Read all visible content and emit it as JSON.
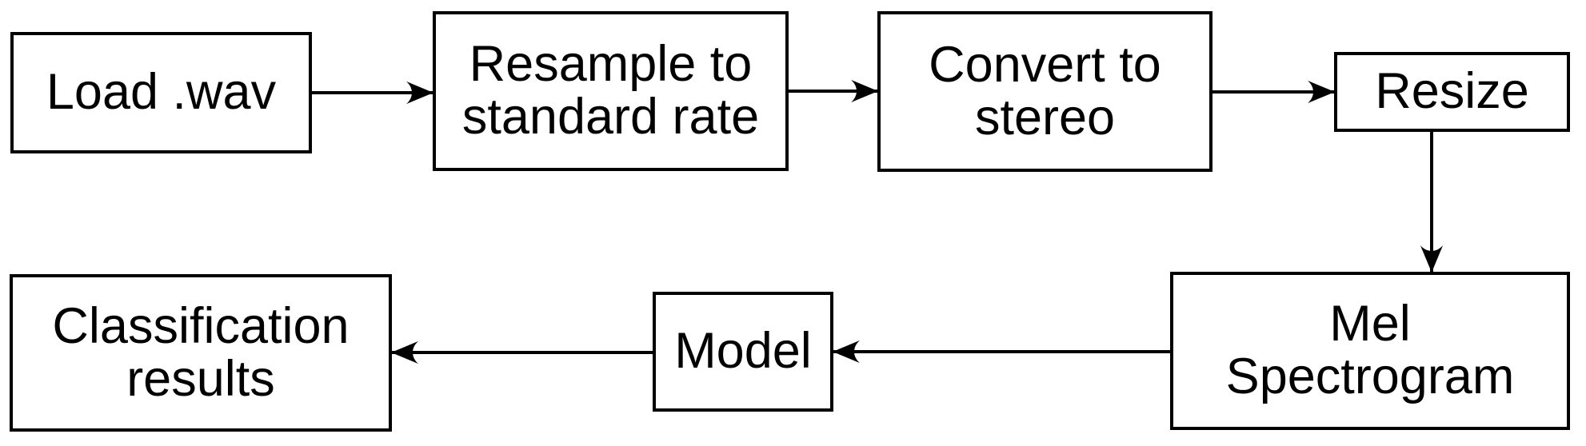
{
  "diagram": {
    "type": "flowchart",
    "background_color": "#ffffff",
    "stroke_color": "#000000",
    "text_color": "#000000",
    "node_fill_color": "#ffffff",
    "nodes": [
      {
        "id": "load-wav",
        "label": "Load .wav"
      },
      {
        "id": "resample",
        "label": "Resample to\nstandard rate"
      },
      {
        "id": "convert-stereo",
        "label": "Convert to\nstereo"
      },
      {
        "id": "resize",
        "label": "Resize"
      },
      {
        "id": "mel-spectrogram",
        "label": "Mel\nSpectrogram"
      },
      {
        "id": "model",
        "label": "Model"
      },
      {
        "id": "classification-results",
        "label": "Classification\nresults"
      }
    ],
    "edges": [
      {
        "from": "load-wav",
        "to": "resample",
        "direction": "right"
      },
      {
        "from": "resample",
        "to": "convert-stereo",
        "direction": "right"
      },
      {
        "from": "convert-stereo",
        "to": "resize",
        "direction": "right"
      },
      {
        "from": "resize",
        "to": "mel-spectrogram",
        "direction": "down"
      },
      {
        "from": "mel-spectrogram",
        "to": "model",
        "direction": "left"
      },
      {
        "from": "model",
        "to": "classification-results",
        "direction": "left"
      }
    ]
  }
}
